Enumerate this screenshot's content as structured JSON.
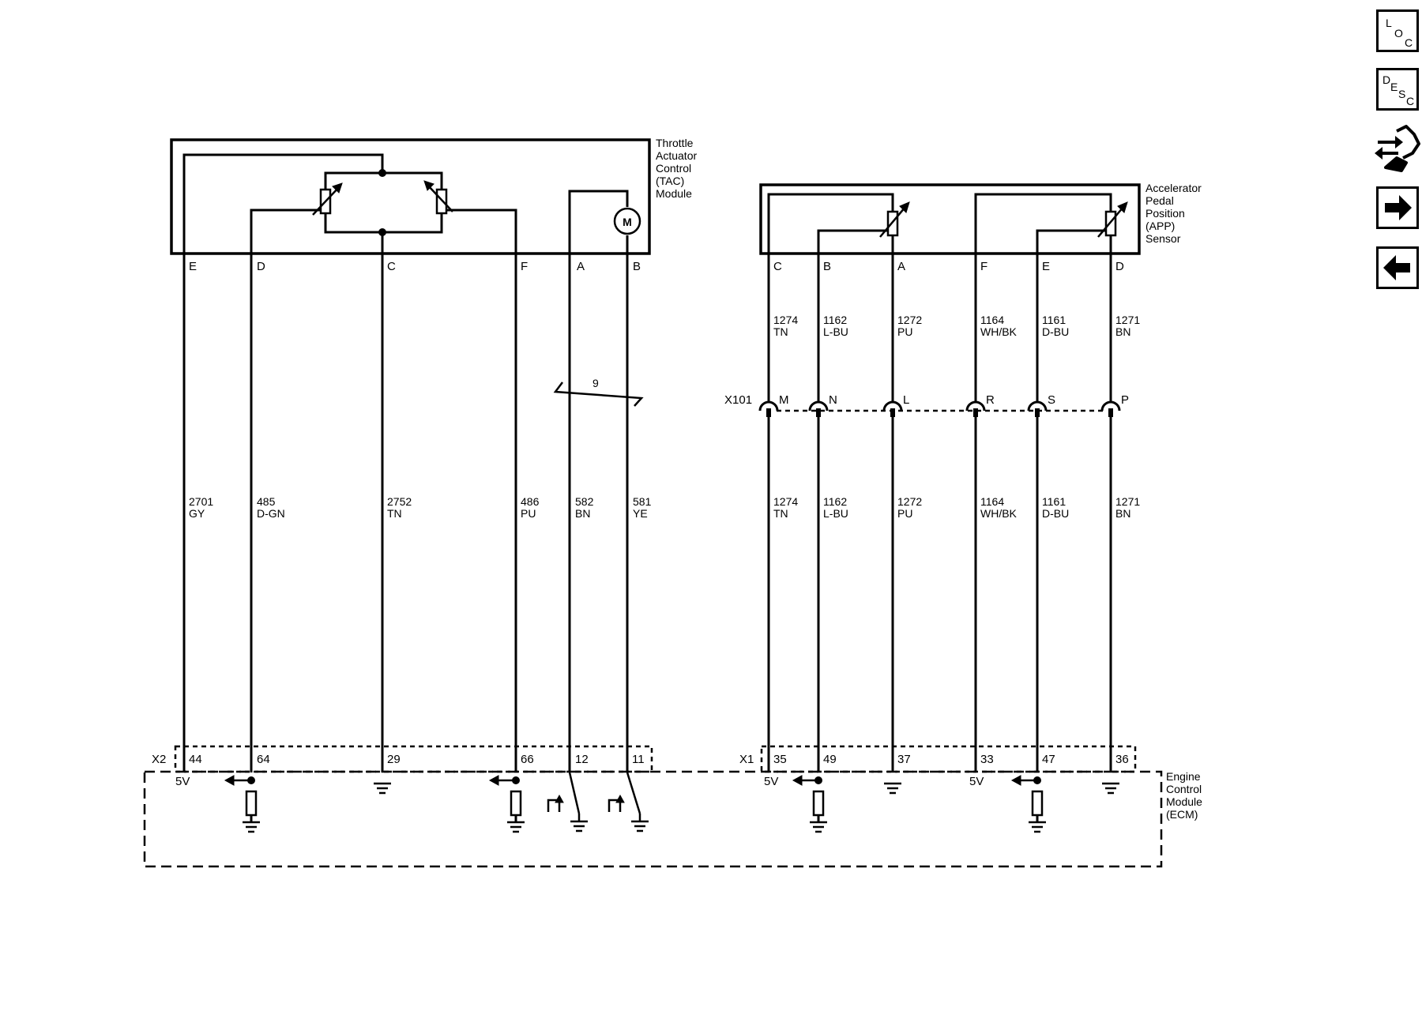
{
  "tac_module": {
    "name_lines": [
      "Throttle",
      "Actuator",
      "Control",
      "(TAC)",
      "Module"
    ],
    "motor_symbol": "M",
    "pins": [
      "E",
      "D",
      "C",
      "F",
      "A",
      "B"
    ]
  },
  "app_sensor": {
    "name_lines": [
      "Accelerator",
      "Pedal",
      "Position",
      "(APP)",
      "Sensor"
    ],
    "pins": [
      "C",
      "B",
      "A",
      "F",
      "E",
      "D"
    ]
  },
  "ecm": {
    "name_lines": [
      "Engine",
      "Control",
      "Module",
      "(ECM)"
    ],
    "x2_label": "X2",
    "x1_label": "X1",
    "x2_pins": [
      "44",
      "64",
      "29",
      "66",
      "12",
      "11"
    ],
    "x1_pins": [
      "35",
      "49",
      "37",
      "33",
      "47",
      "36"
    ],
    "ref_5v": "5V"
  },
  "tac_wires": [
    {
      "circuit": "2701",
      "color": "GY"
    },
    {
      "circuit": "485",
      "color": "D-GN"
    },
    {
      "circuit": "2752",
      "color": "TN"
    },
    {
      "circuit": "486",
      "color": "PU"
    },
    {
      "circuit": "582",
      "color": "BN"
    },
    {
      "circuit": "581",
      "color": "YE"
    }
  ],
  "app_wires": [
    {
      "circuit": "1274",
      "color": "TN"
    },
    {
      "circuit": "1162",
      "color": "L-BU"
    },
    {
      "circuit": "1272",
      "color": "PU"
    },
    {
      "circuit": "1164",
      "color": "WH/BK"
    },
    {
      "circuit": "1161",
      "color": "D-BU"
    },
    {
      "circuit": "1271",
      "color": "BN"
    }
  ],
  "inline_connector": {
    "label": "X101",
    "cavities": [
      "M",
      "N",
      "L",
      "R",
      "S",
      "P"
    ]
  },
  "twisted_pair_label": "9",
  "nav": {
    "loc": [
      "L",
      "O",
      "C"
    ],
    "desc": [
      "D",
      "E",
      "S",
      "C"
    ],
    "tools_icon": "connector-service-icon",
    "next_icon": "arrow-right-icon",
    "prev_icon": "arrow-left-icon"
  }
}
